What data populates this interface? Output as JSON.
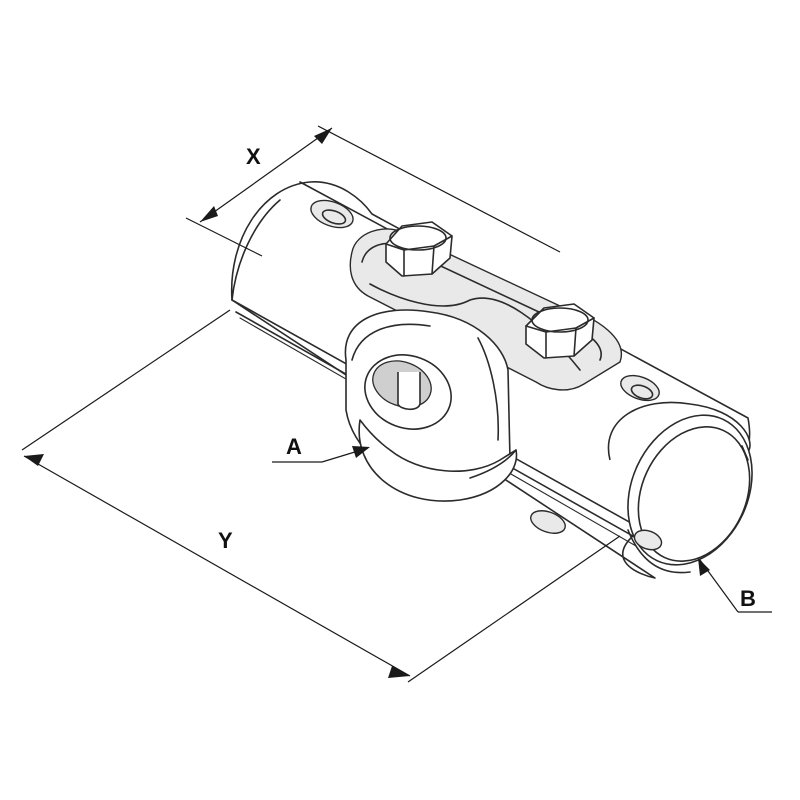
{
  "labels": {
    "x": "X",
    "y": "Y",
    "a": "A",
    "b": "B"
  },
  "colors": {
    "line": "#2b2b2b",
    "background": "#ffffff",
    "shade": "#e9e9e9"
  }
}
